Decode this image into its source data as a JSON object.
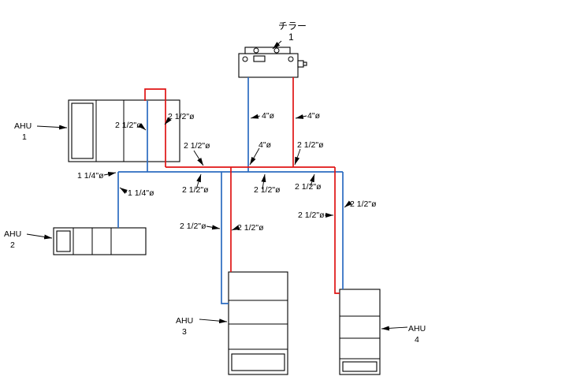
{
  "equipment": {
    "chiller": {
      "name": "チラー",
      "number": "1"
    },
    "ahu1": {
      "name": "AHU",
      "number": "1"
    },
    "ahu2": {
      "name": "AHU",
      "number": "2"
    },
    "ahu3": {
      "name": "AHU",
      "number": "3"
    },
    "ahu4": {
      "name": "AHU",
      "number": "4"
    }
  },
  "pipe_labels": [
    {
      "text": "2 1/2\"ø"
    },
    {
      "text": "2 1/2\"ø"
    },
    {
      "text": "2 1/2\"ø"
    },
    {
      "text": "4\"ø"
    },
    {
      "text": "4\"ø"
    },
    {
      "text": "4\"ø"
    },
    {
      "text": "2 1/2\"ø"
    },
    {
      "text": "1 1/4\"ø"
    },
    {
      "text": "1 1/4\"ø"
    },
    {
      "text": "2 1/2\"ø"
    },
    {
      "text": "2 1/2\"ø"
    },
    {
      "text": "2 1/2\"ø"
    },
    {
      "text": "2 1/2\"ø"
    },
    {
      "text": "2 1/2\"ø"
    },
    {
      "text": "2 1/2\"ø"
    },
    {
      "text": "2 1/2\"ø"
    }
  ],
  "colors": {
    "supply_pipe_red": "#e01414",
    "return_pipe_blue": "#2b6bc0",
    "drawing_lines": "#000000",
    "background": "#ffffff"
  }
}
